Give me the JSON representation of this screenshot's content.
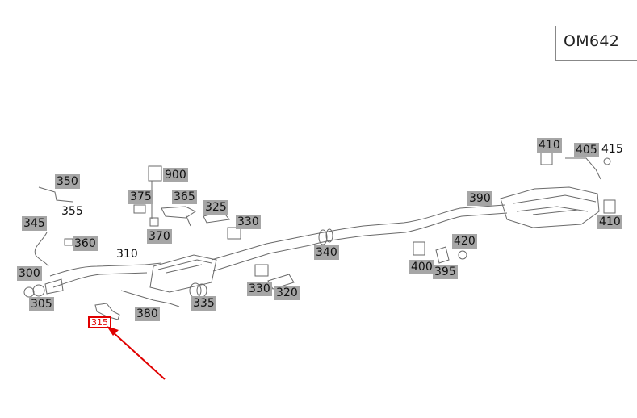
{
  "title": "OM642",
  "colors": {
    "label_bg": "#a6a6a6",
    "highlight": "#e00000",
    "line": "#6a6a6a"
  },
  "highlighted_callout": "315",
  "callouts": {
    "c350": "350",
    "c355": "355",
    "c345": "345",
    "c360": "360",
    "c300": "300",
    "c305": "305",
    "c310": "310",
    "c315": "315",
    "c375": "375",
    "c365": "365",
    "c900": "900",
    "c370": "370",
    "c325": "325",
    "c330a": "330",
    "c330b": "330",
    "c320": "320",
    "c335": "335",
    "c380": "380",
    "c340": "340",
    "c390": "390",
    "c400": "400",
    "c395": "395",
    "c420": "420",
    "c410a": "410",
    "c405": "405",
    "c415": "415",
    "c410b": "410"
  }
}
